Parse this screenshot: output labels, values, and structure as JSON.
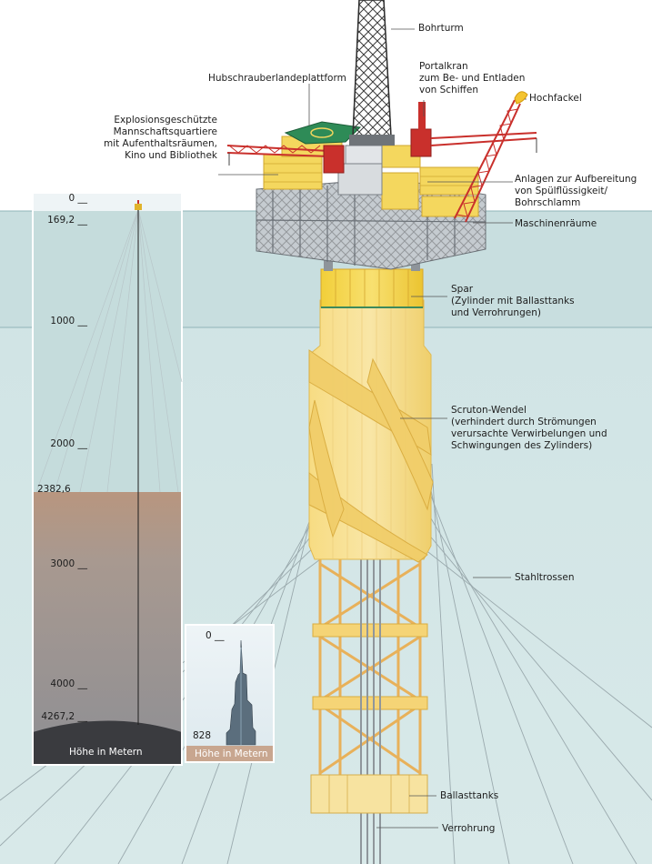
{
  "labels": {
    "bohrturm": "Bohrturm",
    "hubschrauber": "Hubschrauberlandeplattform",
    "portalkran": "Portalkran\nzum Be- und Entladen\nvon Schiffen",
    "hochfackel": "Hochfackel",
    "explosion": "Explosionsgeschützte\nMannschaftsquartiere\nmit Aufenthaltsräumen,\nKino und Bibliothek",
    "anlagen": "Anlagen zur Aufbereitung\nvon Spülflüssigkeit/\nBohrschlamm",
    "maschinen": "Maschinenräume",
    "spar": "Spar\n(Zylinder mit Ballasttanks\nund Verrohrungen)",
    "scruton": "Scruton-Wendel\n(verhindert durch Strömungen\nverursachte Verwirbelungen und\nSchwingungen des Zylinders)",
    "stahltrossen": "Stahltrossen",
    "ballasttanks": "Ballasttanks",
    "verrohrung": "Verrohrung"
  },
  "depth_scale": {
    "ticks": [
      "0",
      "169,2",
      "1000",
      "2000",
      "2382,6",
      "3000",
      "4000",
      "4267,2"
    ],
    "footer": "Höhe in Metern"
  },
  "tower_scale": {
    "top": "0",
    "bottom": "828",
    "footer": "Höhe in Metern"
  },
  "colors": {
    "sky": "#e4eef2",
    "water": "#d2e6e7",
    "seabed": "#c8a68f",
    "spar_yellow": "#f4d75e",
    "crane_red": "#c9302c",
    "helipad_green": "#2e8b57",
    "dark_bottom": "#3a3b3f"
  }
}
